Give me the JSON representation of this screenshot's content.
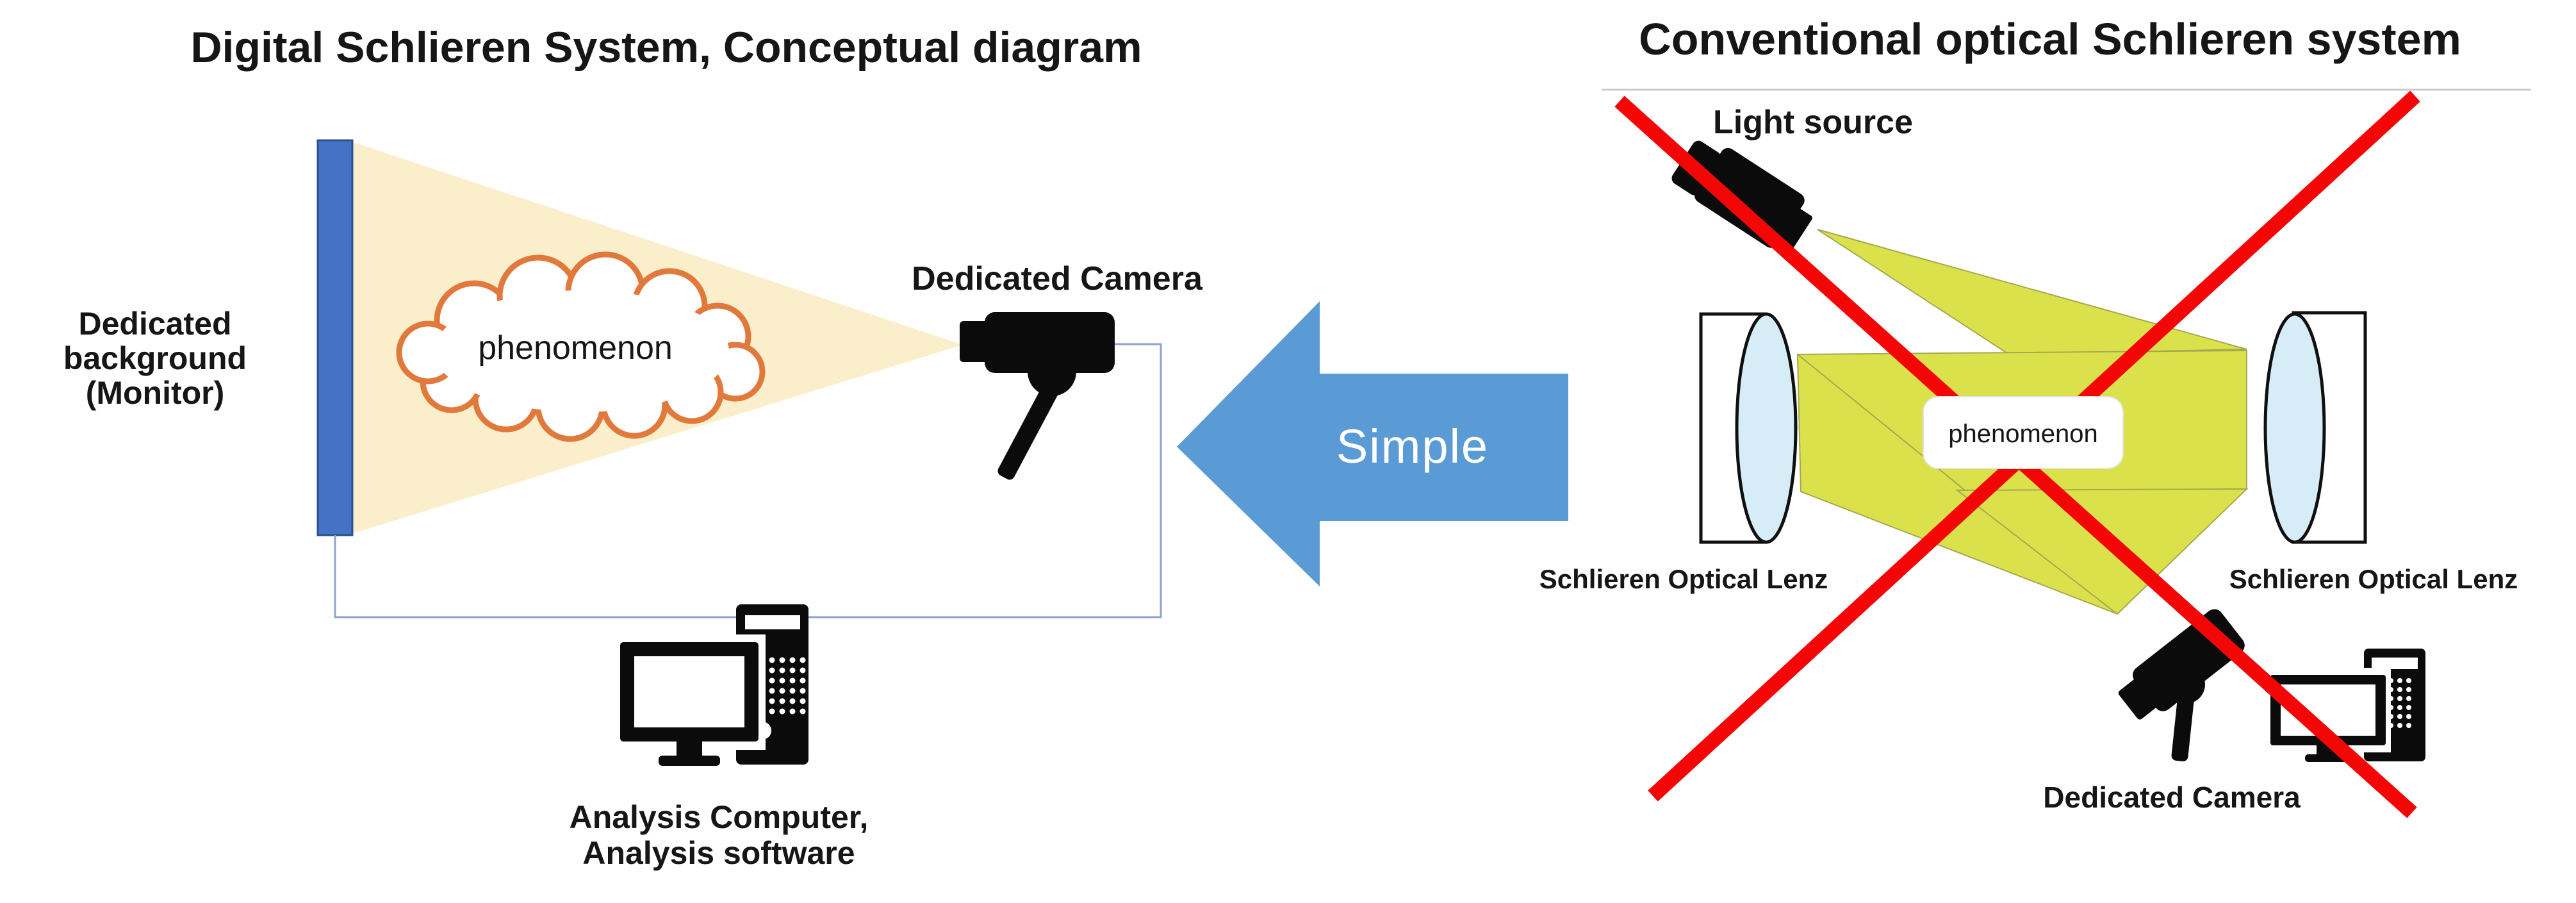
{
  "left_panel": {
    "title": "Digital Schlieren System, Conceptual diagram",
    "background_label": {
      "lines": [
        "Dedicated",
        "background",
        "(Monitor)"
      ]
    },
    "cloud_label": "phenomenon",
    "camera_label": "Dedicated Camera",
    "computer_label": {
      "lines": [
        "Analysis Computer,",
        "Analysis software"
      ]
    }
  },
  "transition_arrow": {
    "label": "Simple",
    "direction": "left",
    "color": "#5B9BD5",
    "text_color": "#FFFFFF"
  },
  "right_panel": {
    "title": "Conventional optical Schlieren system",
    "light_source_label": "Light source",
    "left_lens_label": "Schlieren Optical Lenz",
    "right_lens_label": "Schlieren Optical Lenz",
    "phenomenon_label": "phenomenon",
    "camera_label": "Dedicated Camera",
    "crossed_out": true
  },
  "icons": {
    "monitor-bar-icon": "blue vertical panel",
    "light-beam-icon": "pale yellow cone",
    "phenomenon-cloud-icon": "orange outlined cloud",
    "cctv-camera-icon": "black surveillance camera",
    "desktop-computer-icon": "black monitor with tower",
    "left-arrow-icon": "large blue block arrow",
    "light-source-icon": "black projector",
    "schlieren-lens-icon": "light blue lens in holder",
    "red-cross-icon": "big red X"
  },
  "colors": {
    "monitor_bar": "#4472C4",
    "monitor_bar_border": "#2C4F8E",
    "light_cone": "#FBEFCB",
    "cloud_outline": "#E2793C",
    "arrow_blue": "#5B9BD5",
    "beam_green": "#DBE14B",
    "beam_edge": "#A6A94F",
    "lens_glass": "#D6ECF7",
    "red_cross": "#F40606",
    "connector_line": "#8CA5CE",
    "title_underline": "#CBCBCB",
    "icon_black": "#0B0B0B",
    "background": "#FFFFFF"
  }
}
